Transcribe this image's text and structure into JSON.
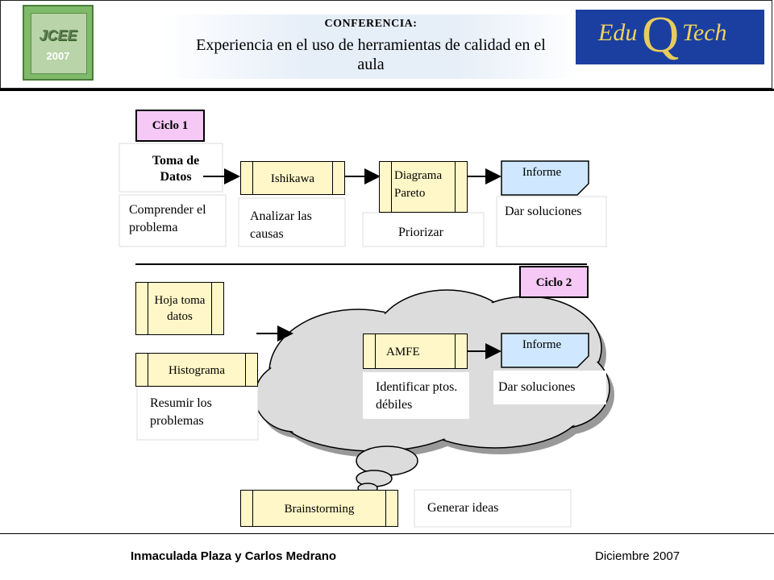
{
  "header": {
    "conference_label": "CONFERENCIA:",
    "title": "Experiencia en el uso de herramientas de calidad en el aula",
    "badge_text": "JCEE",
    "badge_year": "2007",
    "logo_edu": "Edu",
    "logo_q": "Q",
    "logo_tech": "Tech"
  },
  "cycle1": {
    "tag": "Ciclo 1",
    "start_label": "Toma de Datos",
    "step1_box": "Ishikawa",
    "step2_box": "Diagrama Pareto",
    "output_box": "Informe",
    "desc_start": "Comprender el problema",
    "desc_step1": "Analizar las causas",
    "desc_step2": "Priorizar",
    "desc_output": "Dar soluciones"
  },
  "cycle2": {
    "tag": "Ciclo  2",
    "tool_sheet": "Hoja toma datos",
    "tool_histogram": "Histograma",
    "desc_histogram": "Resumir los problemas",
    "step_box": "AMFE",
    "output_box": "Informe",
    "desc_step": "Identificar ptos. débiles",
    "desc_output": "Dar soluciones",
    "brainstorm_box": "Brainstorming",
    "desc_brainstorm": "Generar ideas"
  },
  "footer": {
    "authors": "Inmaculada Plaza y Carlos Medrano",
    "date": "Diciembre 2007"
  },
  "colors": {
    "tag_pink": "#f5c8f5",
    "process_yellow": "#fff7c8",
    "document_blue": "#cfe8ff",
    "logo_blue": "#1a3fa0",
    "logo_gold": "#f2d35b",
    "badge_green": "#7fb96a"
  }
}
